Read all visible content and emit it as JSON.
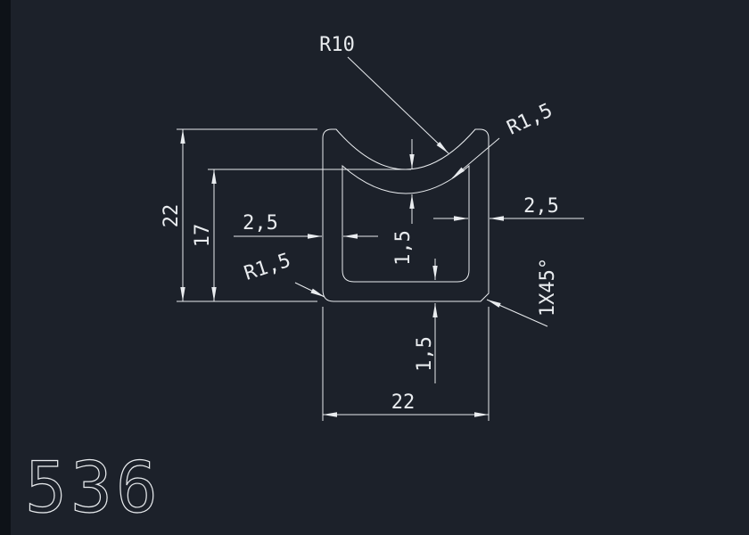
{
  "app": {
    "background_color": "#1c212a",
    "line_color": "#e9ecef"
  },
  "drawing": {
    "number": "536",
    "labels": {
      "height_overall": "22",
      "height_to_arc": "17",
      "side_wall_left": "2,5",
      "side_wall_right": "2,5",
      "top_wall": "1,5",
      "bottom_wall": "1,5",
      "width_overall": "22",
      "top_radius": "R10",
      "inner_radius": "R1,5",
      "corner_radius": "R1,5",
      "chamfer": "1X45°"
    }
  }
}
